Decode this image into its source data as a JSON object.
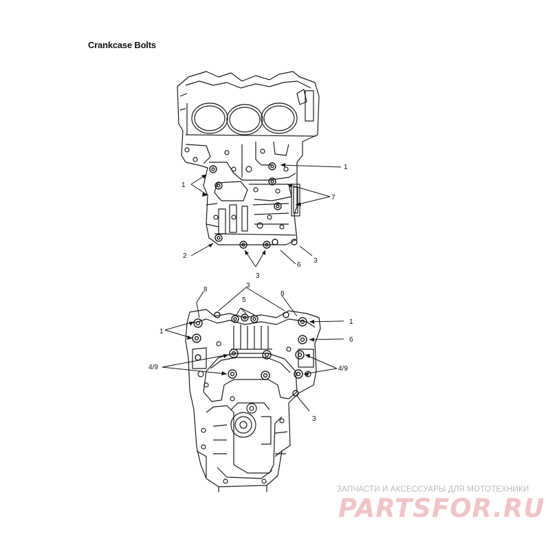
{
  "title": "Crankcase Bolts",
  "upper_view": {
    "callouts": [
      "1",
      "1",
      "7",
      "2",
      "3",
      "6",
      "3"
    ]
  },
  "lower_view": {
    "callouts": [
      "8",
      "3",
      "8",
      "5",
      "1",
      "1",
      "6",
      "4/9",
      "4/9",
      "3"
    ]
  },
  "watermark": {
    "tagline": "ЗАПЧАСТИ И АКСЕССУАРЫ ДЛЯ МОТОТЕХНИКИ",
    "logo": "PARTSFOR.RU"
  }
}
